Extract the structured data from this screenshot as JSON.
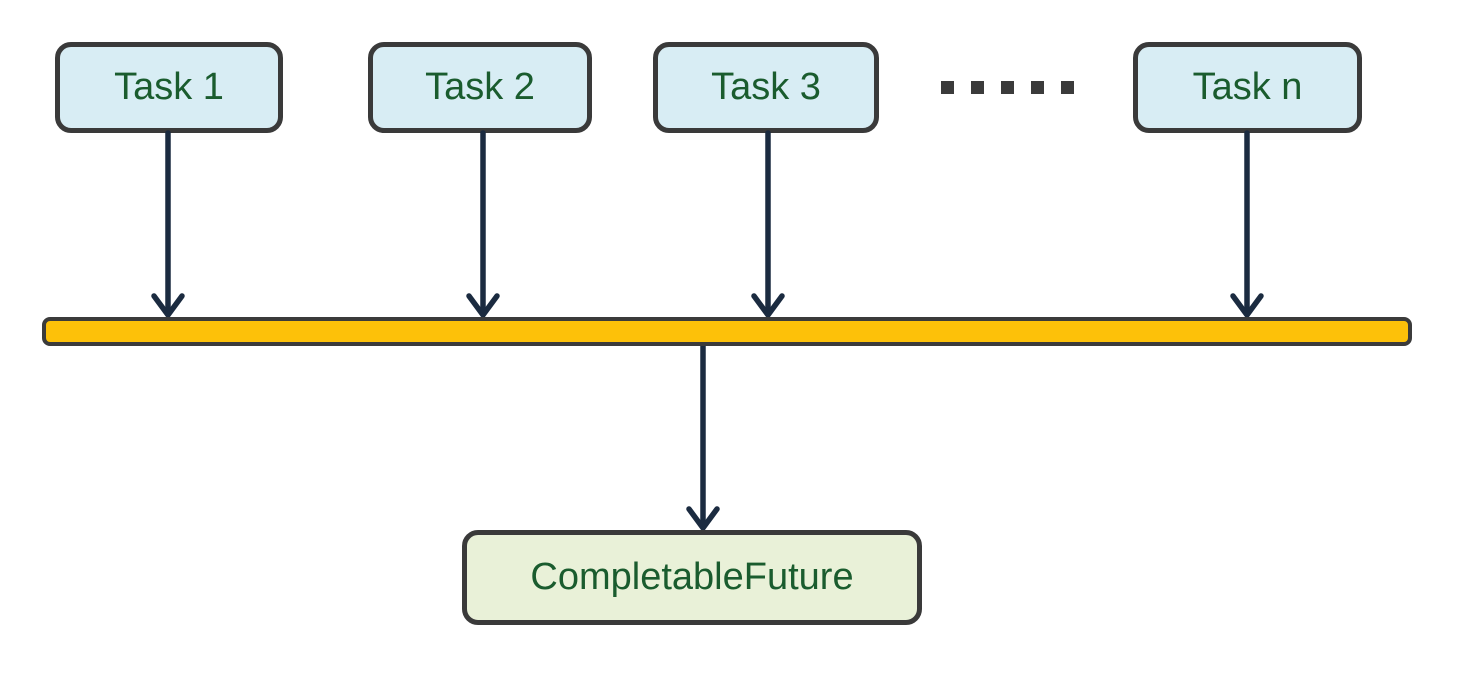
{
  "diagram": {
    "tasks": [
      {
        "label": "Task 1"
      },
      {
        "label": "Task 2"
      },
      {
        "label": "Task 3"
      },
      {
        "label": "Task n"
      }
    ],
    "ellipsis": {
      "dot_count": 5
    },
    "future": {
      "label": "CompletableFuture"
    },
    "colors": {
      "task_fill": "#d8edf4",
      "task_border": "#3a3a3a",
      "task_text": "#1a5c2e",
      "bar_fill": "#fdc109",
      "bar_border": "#3b3b3b",
      "future_fill": "#e9f1d8",
      "future_text": "#1a5c2e",
      "arrow": "#1b2b40",
      "dots": "#3b3b3b"
    }
  }
}
